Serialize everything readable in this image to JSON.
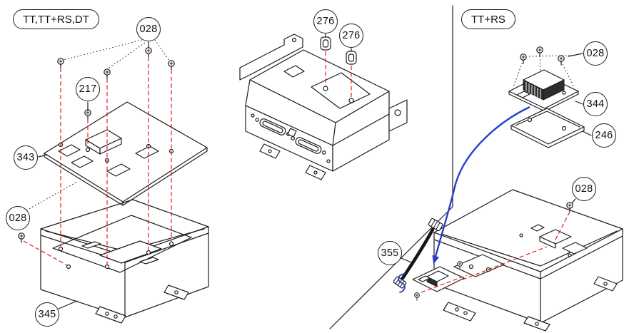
{
  "diagram": {
    "sections": {
      "left": {
        "label": "TT,TT+RS,DT",
        "balloons": {
          "top_screws": "028",
          "pcb_screw": "217",
          "pcb": "343",
          "side_screw": "028",
          "chassis": "345"
        }
      },
      "middle": {
        "balloons": {
          "clip_1": "276",
          "clip_2": "276"
        }
      },
      "right": {
        "label": "TT+RS",
        "balloons": {
          "top_screws": "028",
          "terminal_board": "344",
          "bracket": "246",
          "chassis_screw": "028",
          "cable": "355"
        }
      }
    },
    "colors": {
      "line": "#1c1c1c",
      "screw_axis_red": "#e01e1e",
      "arrow_blue": "#2540cc"
    }
  }
}
